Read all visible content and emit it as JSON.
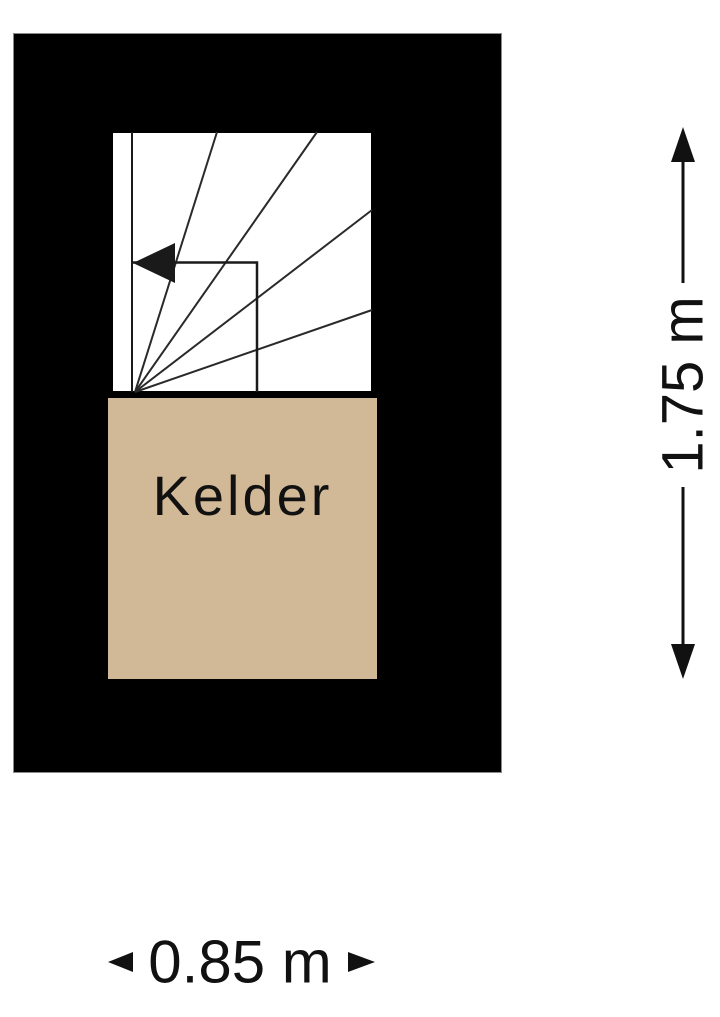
{
  "floorplan": {
    "type": "basement floor plan",
    "room": {
      "label": "Kelder",
      "fill_color": "#d1b897"
    },
    "walls": {
      "fill_color": "#000000"
    },
    "stairs": {
      "fill_color": "#ffffff",
      "line_color": "#222222",
      "direction_arrow": "left"
    },
    "dimensions": {
      "vertical": {
        "label": "1.75 m"
      },
      "horizontal": {
        "label": "0.85 m"
      }
    }
  }
}
